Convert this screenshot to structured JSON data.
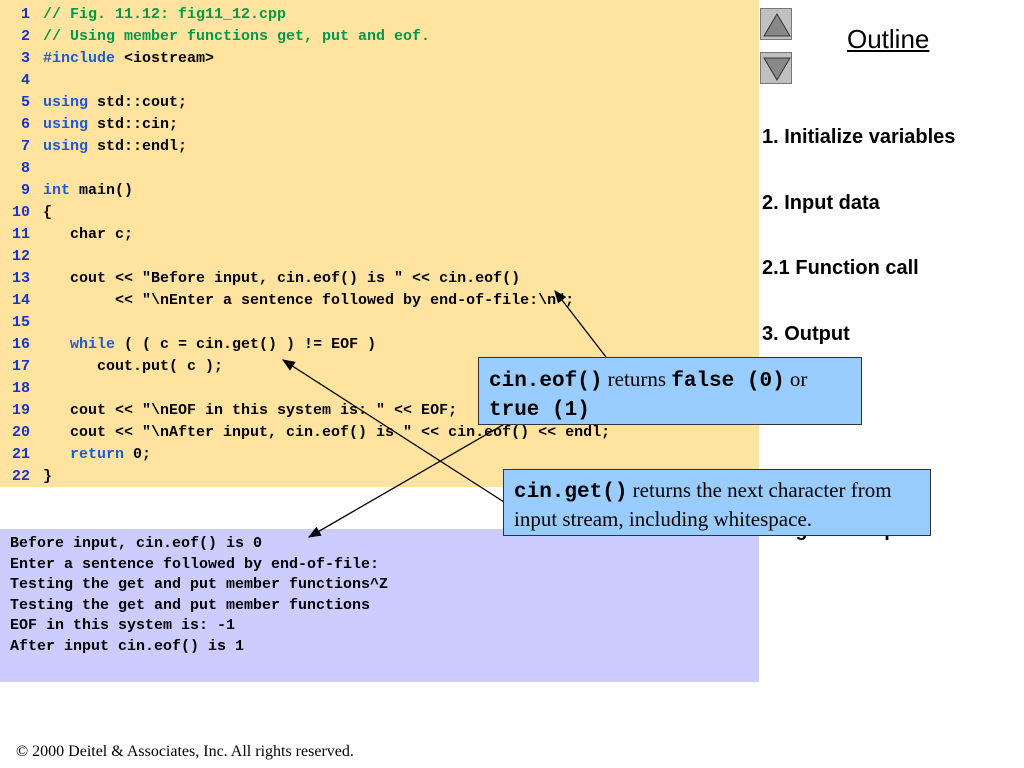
{
  "code": {
    "lines": [
      {
        "num": "1",
        "tokens": [
          {
            "text": "// Fig. 11.12: fig11_12.cpp",
            "cls": "comment"
          }
        ]
      },
      {
        "num": "2",
        "tokens": [
          {
            "text": "// Using member functions get, put and eof.",
            "cls": "comment"
          }
        ]
      },
      {
        "num": "3",
        "tokens": [
          {
            "text": "#include",
            "cls": "kw"
          },
          {
            "text": " <iostream>",
            "cls": ""
          }
        ]
      },
      {
        "num": "4",
        "tokens": []
      },
      {
        "num": "5",
        "tokens": [
          {
            "text": "using",
            "cls": "kw"
          },
          {
            "text": " std::cout;",
            "cls": ""
          }
        ]
      },
      {
        "num": "6",
        "tokens": [
          {
            "text": "using",
            "cls": "kw"
          },
          {
            "text": " std::cin;",
            "cls": ""
          }
        ]
      },
      {
        "num": "7",
        "tokens": [
          {
            "text": "using",
            "cls": "kw"
          },
          {
            "text": " std::endl;",
            "cls": ""
          }
        ]
      },
      {
        "num": "8",
        "tokens": []
      },
      {
        "num": "9",
        "tokens": [
          {
            "text": "int",
            "cls": "kw"
          },
          {
            "text": " main()",
            "cls": ""
          }
        ]
      },
      {
        "num": "10",
        "tokens": [
          {
            "text": "{",
            "cls": ""
          }
        ]
      },
      {
        "num": "11",
        "tokens": [
          {
            "text": "   char c;",
            "cls": ""
          }
        ]
      },
      {
        "num": "12",
        "tokens": []
      },
      {
        "num": "13",
        "tokens": [
          {
            "text": "   cout << \"Before input, cin.eof() is \" << cin.eof()",
            "cls": ""
          }
        ]
      },
      {
        "num": "14",
        "tokens": [
          {
            "text": "        << \"\\nEnter a sentence followed by end-of-file:\\n\";",
            "cls": ""
          }
        ]
      },
      {
        "num": "15",
        "tokens": []
      },
      {
        "num": "16",
        "tokens": [
          {
            "text": "   ",
            "cls": ""
          },
          {
            "text": "while",
            "cls": "kw"
          },
          {
            "text": " ( ( c = cin.get() ) != EOF )",
            "cls": ""
          }
        ]
      },
      {
        "num": "17",
        "tokens": [
          {
            "text": "      cout.put( c );",
            "cls": ""
          }
        ]
      },
      {
        "num": "18",
        "tokens": []
      },
      {
        "num": "19",
        "tokens": [
          {
            "text": "   cout << \"\\nEOF in this system is: \" << EOF;",
            "cls": ""
          }
        ]
      },
      {
        "num": "20",
        "tokens": [
          {
            "text": "   cout << \"\\nAfter input, cin.eof() is \" << cin.eof() << endl;",
            "cls": ""
          }
        ]
      },
      {
        "num": "21",
        "tokens": [
          {
            "text": "   ",
            "cls": ""
          },
          {
            "text": "return",
            "cls": "kw"
          },
          {
            "text": " 0;",
            "cls": ""
          }
        ]
      },
      {
        "num": "22",
        "tokens": [
          {
            "text": "}",
            "cls": ""
          }
        ]
      }
    ]
  },
  "output": {
    "lines": [
      "Before input, cin.eof() is 0",
      "Enter a sentence followed by end-of-file:",
      "Testing the get and put member functions^Z",
      "Testing the get and put member functions",
      "EOF in this system is: -1",
      "After input cin.eof() is 1"
    ]
  },
  "sidebar": {
    "outline_title": "Outline",
    "items": [
      "1. Initialize variables",
      "2. Input data",
      "2.1 Function call",
      "3. Output",
      "Program Output"
    ],
    "nav_up_icon": "triangle-up-icon",
    "nav_down_icon": "triangle-down-icon"
  },
  "callouts": {
    "eof": {
      "code1": "cin.eof()",
      "text1": " returns ",
      "code2": "false (0)",
      "text2": " or ",
      "code3": "true (1)"
    },
    "get": {
      "code1": "cin.get()",
      "text1": " returns the next character from input stream, including whitespace."
    }
  },
  "footer": {
    "text": "© 2000 Deitel & Associates, Inc.  All rights reserved."
  },
  "colors": {
    "code_bg": "#ffe39f",
    "output_bg": "#ccccff",
    "callout_bg": "#99ccff",
    "comment": "#00994d",
    "keyword": "#1a5bd6",
    "line_number": "#1a33cc"
  }
}
